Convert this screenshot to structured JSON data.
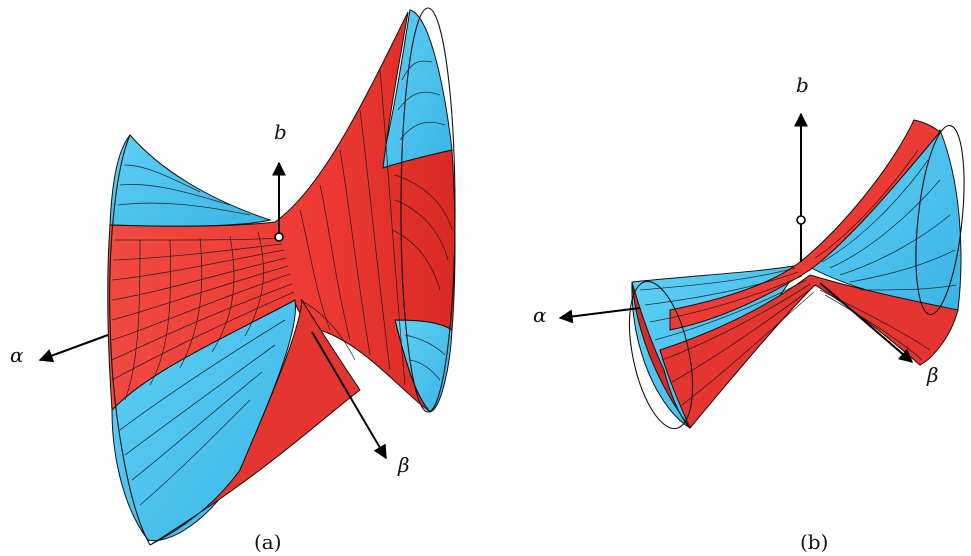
{
  "colors": {
    "red_sheet": "#ee3a34",
    "red_dark": "#c81e1a",
    "blue_sheet": "#4cc3ef",
    "blue_dark": "#1e8fc4",
    "line": "#111111"
  },
  "panels": [
    {
      "caption": "(a)",
      "axes": {
        "vertical": "b",
        "left": "α",
        "right": "β"
      }
    },
    {
      "caption": "(b)",
      "axes": {
        "vertical": "b",
        "left": "α",
        "right": "β"
      }
    }
  ]
}
